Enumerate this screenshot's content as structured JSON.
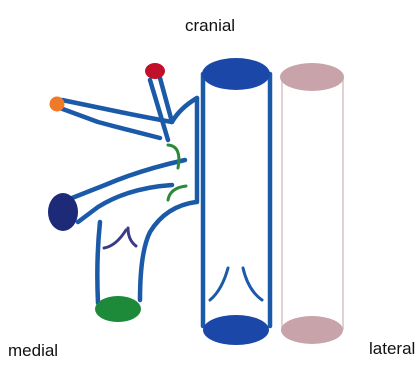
{
  "labels": {
    "cranial": "cranial",
    "medial": "medial",
    "lateral": "lateral"
  },
  "colors": {
    "vessel_wall": "#1a5aa8",
    "vessel_opening_blue": "#1b48a8",
    "ghost_vessel": "#c9a3aa",
    "cap_red": "#c0102a",
    "cap_orange": "#f07a28",
    "cap_navy": "#1c2a78",
    "cap_green": "#1d8a3a",
    "valve_green": "#2a8a3a",
    "valve_purple": "#3a3a8a"
  }
}
